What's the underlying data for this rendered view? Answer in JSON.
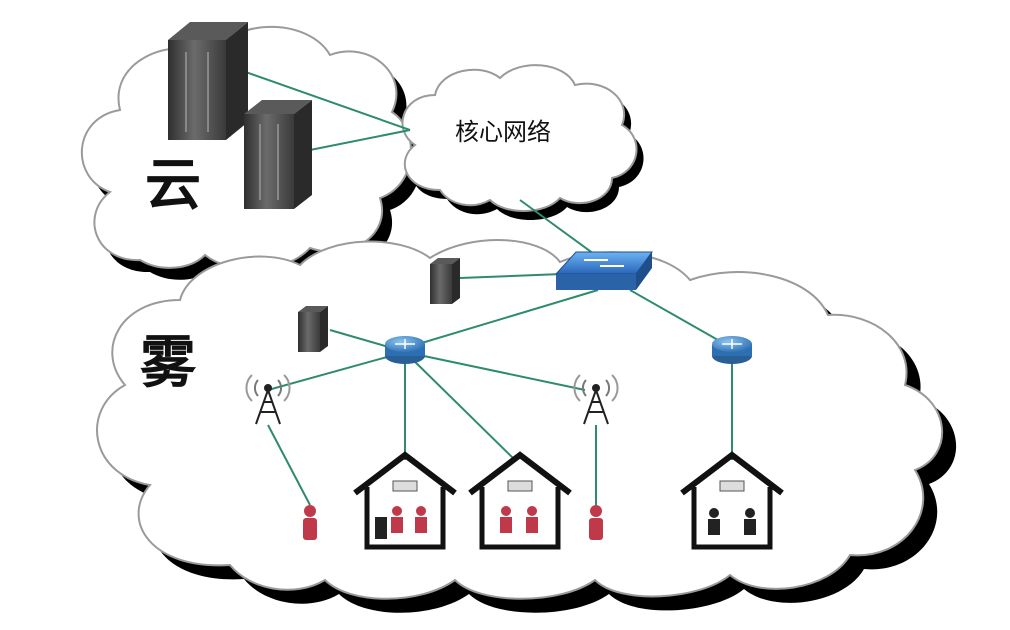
{
  "labels": {
    "cloud": "云",
    "core_network": "核心网络",
    "fog": "雾"
  },
  "colors": {
    "link": "#2e8b6e",
    "cloud_fill": "#ffffff",
    "cloud_shadow": "#000000",
    "switch": "#3a7fd0",
    "router": "#3f86c6",
    "server": "#4a4a4a",
    "person": "#c0394a"
  },
  "icons": [
    "server-icon",
    "switch-icon",
    "router-icon",
    "cell-tower-icon",
    "house-icon",
    "person-icon"
  ]
}
